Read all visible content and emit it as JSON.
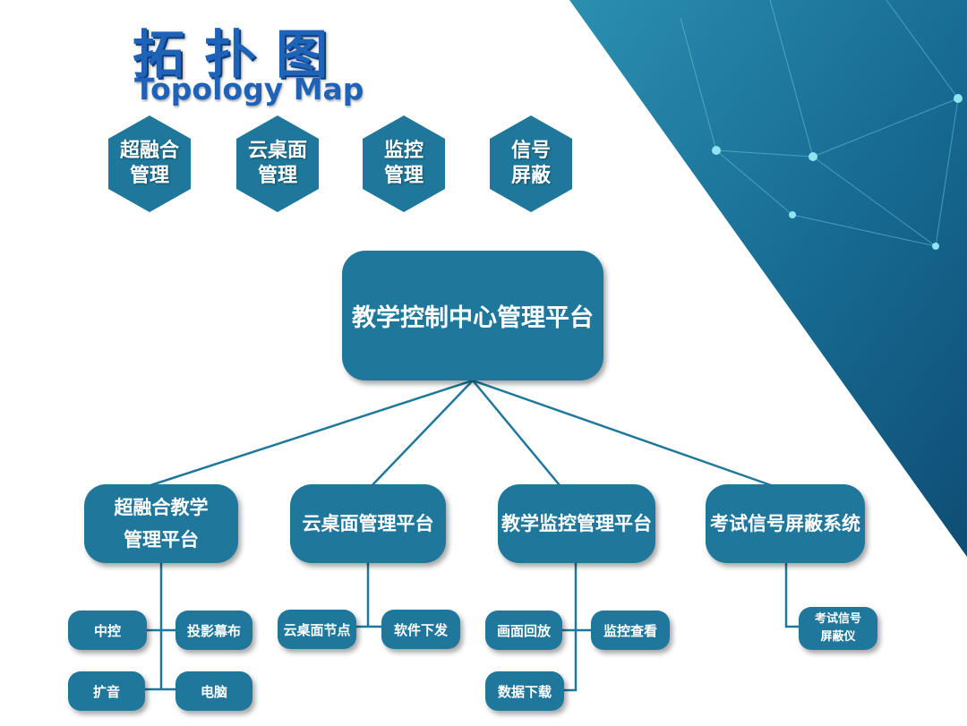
{
  "header": {
    "title_cn": "拓扑图",
    "title_en": "Topology Map"
  },
  "hexagons": [
    {
      "label": "超融合\n管理"
    },
    {
      "label": "云桌面\n管理"
    },
    {
      "label": "监控\n管理"
    },
    {
      "label": "信号\n屏蔽"
    }
  ],
  "root": {
    "label": "教学控制中心管理平台"
  },
  "platforms": [
    {
      "label": "超融合教学\n管理平台",
      "children": [
        "中控",
        "投影幕布",
        "扩音",
        "电脑"
      ]
    },
    {
      "label": "云桌面管理平台",
      "children": [
        "云桌面节点",
        "软件下发"
      ]
    },
    {
      "label": "教学监控管理平台",
      "children": [
        "画面回放",
        "监控查看",
        "数据下载"
      ]
    },
    {
      "label": "考试信号屏蔽系统",
      "children": [
        "考试信号\n屏蔽仪"
      ]
    }
  ],
  "colors": {
    "node_fill": "#1f789b",
    "line": "#1f789b",
    "title": "#1e63b8",
    "panel_dark": "#12547a",
    "panel_light": "#2b8fb0"
  }
}
